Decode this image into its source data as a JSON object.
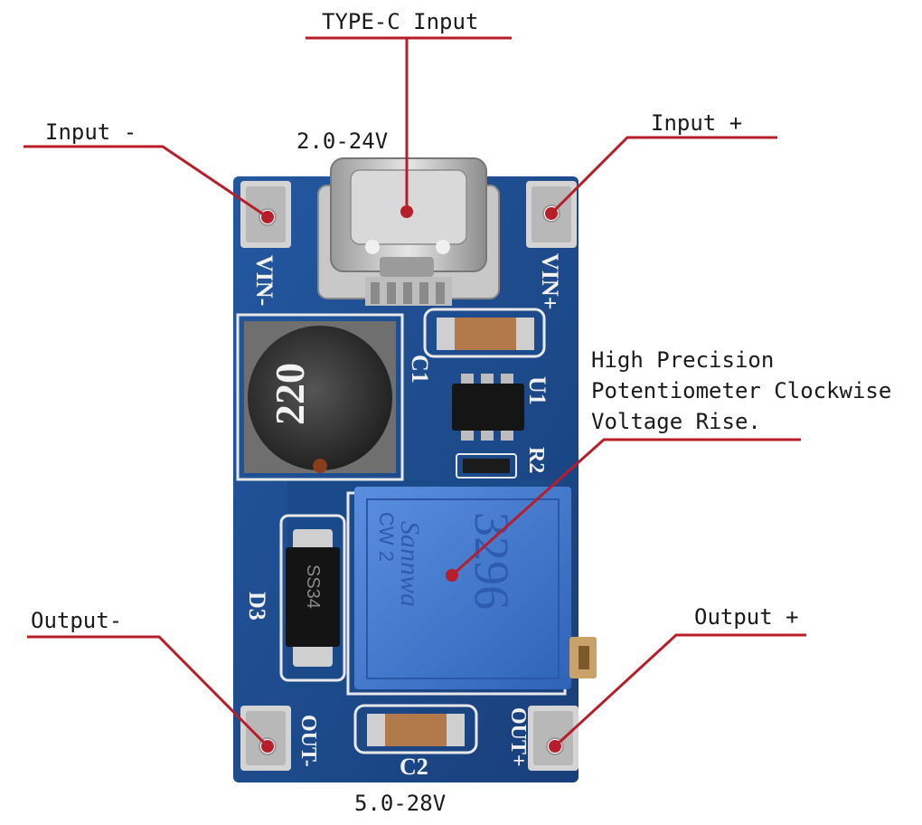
{
  "callouts": {
    "type_c": "TYPE-C Input",
    "input_range": "2.0-24V",
    "input_minus": "Input -",
    "input_plus": "Input +",
    "potentiometer_line1": "High Precision",
    "potentiometer_line2": "Potentiometer Clockwise",
    "potentiometer_line3": "Voltage Rise.",
    "output_minus": "Output-",
    "output_plus": "Output +",
    "output_range": "5.0-28V"
  },
  "board": {
    "vin_minus": "VIN-",
    "vin_plus": "VIN+",
    "inductor": "220",
    "c1": "C1",
    "u1": "U1",
    "r2": "R2",
    "d3": "D3",
    "diode_mark": "SS34",
    "pot_code": "3296",
    "pot_brand": "Sannwa",
    "pot_cw": "CW 2",
    "out_minus": "OUT-",
    "out_plus": "OUT+",
    "c2": "C2"
  },
  "colors": {
    "pcb": "#1d4f91",
    "pcb_dark": "#173f78",
    "leader": "#b81e2a",
    "pad": "#c9c9c9",
    "pot": "#3f78d2"
  }
}
